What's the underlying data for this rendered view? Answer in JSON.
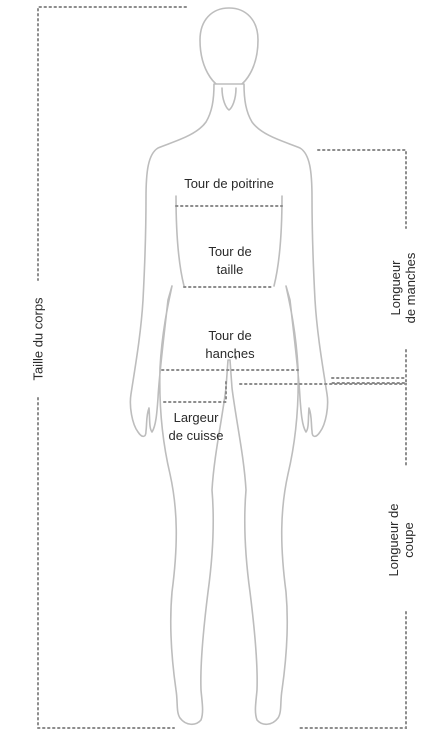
{
  "diagram": {
    "labels": {
      "body_height": "Taille du corps",
      "bust": "Tour de poitrine",
      "waist_line1": "Tour de",
      "waist_line2": "taille",
      "hips_line1": "Tour de",
      "hips_line2": "hanches",
      "thigh_line1": "Largeur",
      "thigh_line2": "de cuisse",
      "sleeve_line1": "Longueur",
      "sleeve_line2": "de manches",
      "inseam_line1": "Longueur de",
      "inseam_line2": "coupe"
    },
    "colors": {
      "outline": "#bdbdbd",
      "guide": "#8c8c8c",
      "text": "#2a2a2a"
    }
  }
}
